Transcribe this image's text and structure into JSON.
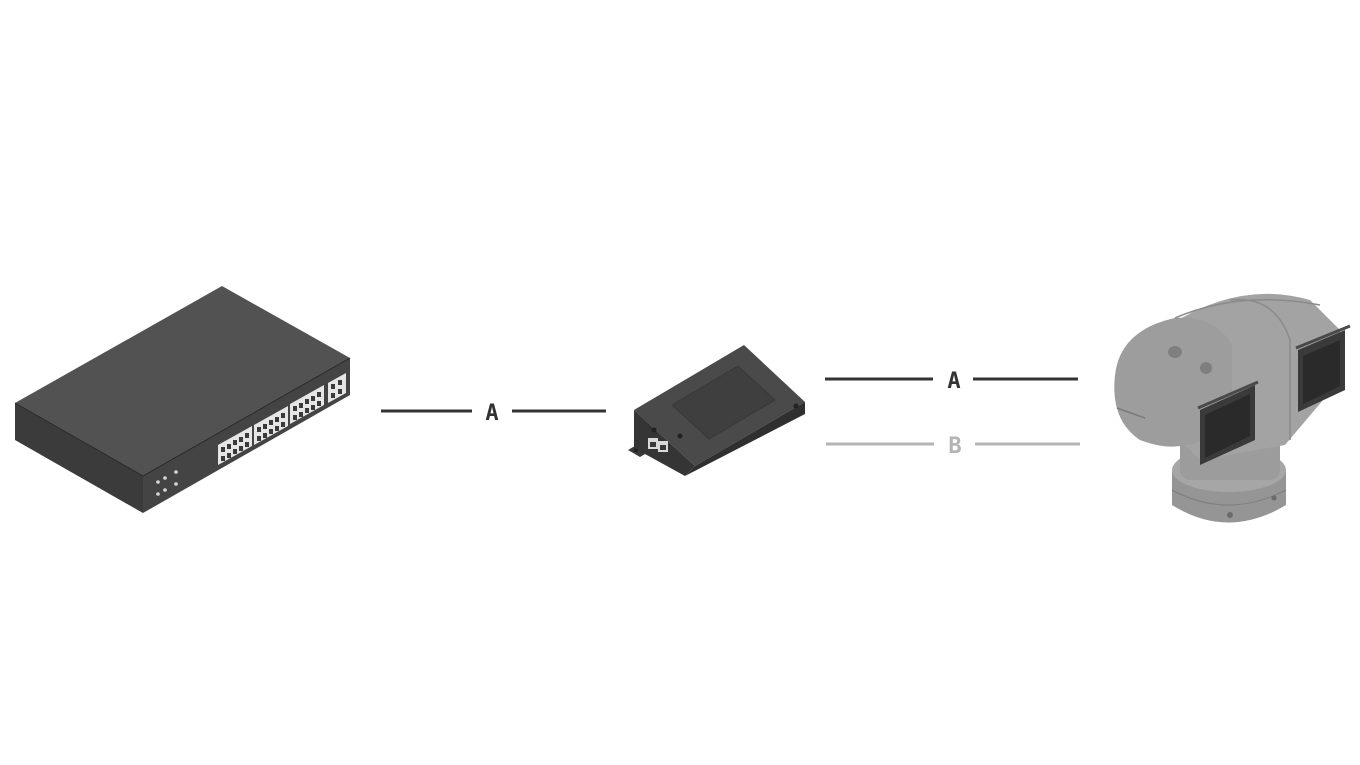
{
  "diagram": {
    "devices": [
      {
        "id": "switch",
        "icon": "network-switch-icon"
      },
      {
        "id": "midspan",
        "icon": "poe-midspan-icon"
      },
      {
        "id": "camera",
        "icon": "ptz-camera-icon"
      }
    ],
    "connections": [
      {
        "id": "switch-to-midspan",
        "label": "A",
        "color": "#333333"
      },
      {
        "id": "midspan-to-camera-a",
        "label": "A",
        "color": "#333333"
      },
      {
        "id": "midspan-to-camera-b",
        "label": "B",
        "color": "#b4b4b4"
      }
    ]
  },
  "colors": {
    "background": "#ffffff",
    "device_dark": "#4a4a4a",
    "device_mid": "#3a3a3a",
    "device_side": "#2e2e2e",
    "camera_body": "#9a9a9a"
  }
}
